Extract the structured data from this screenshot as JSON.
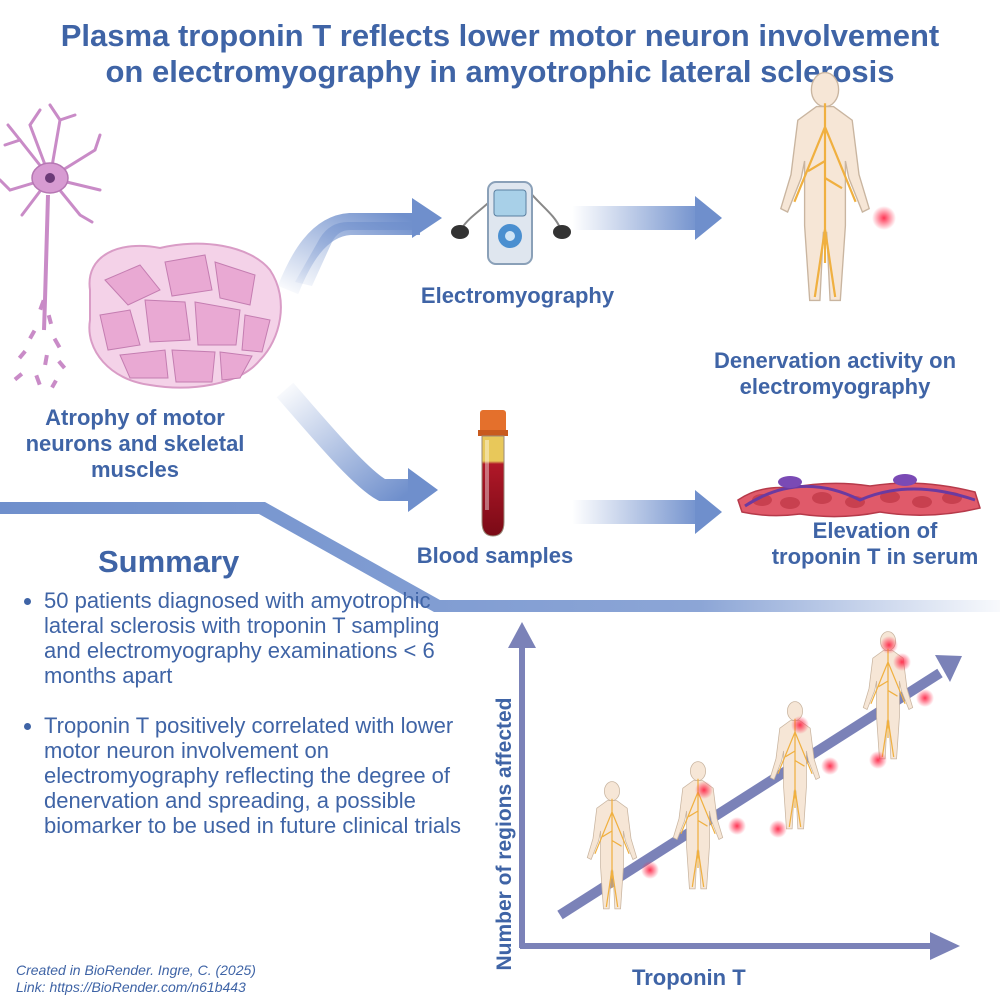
{
  "title": "Plasma troponin T reflects lower motor neuron involvement on electromyography in amyotrophic lateral sclerosis",
  "labels": {
    "atrophy": "Atrophy of motor neurons and skeletal muscles",
    "emg": "Electromyography",
    "denervation": "Denervation activity on electromyography",
    "blood": "Blood samples",
    "troponin_elevation": "Elevation of troponin T in serum"
  },
  "summary": {
    "heading": "Summary",
    "bullets": [
      "50 patients diagnosed with amyotrophic lateral sclerosis with troponin T sampling and electromyography examinations < 6 months apart",
      "Troponin T positively correlated with lower motor neuron involvement on electromyography reflecting the degree of denervation and spreading, a possible biomarker to be used in future clinical trials"
    ]
  },
  "graph": {
    "y_label": "Number of regions affected",
    "x_label": "Troponin T"
  },
  "credit": {
    "line1": "Created in BioRender. Ingre, C. (2025)",
    "line2": "Link: https://BioRender.com/n61b443"
  },
  "colors": {
    "text": "#3f64a6",
    "arrow": "#6f8fcc",
    "axis": "#7b82b8",
    "nerve": "#f0b040",
    "hotspot": "#ff3b5c",
    "muscle": "#e9a9d3",
    "neuron": "#c98bc7",
    "blood": "#9b1020"
  }
}
